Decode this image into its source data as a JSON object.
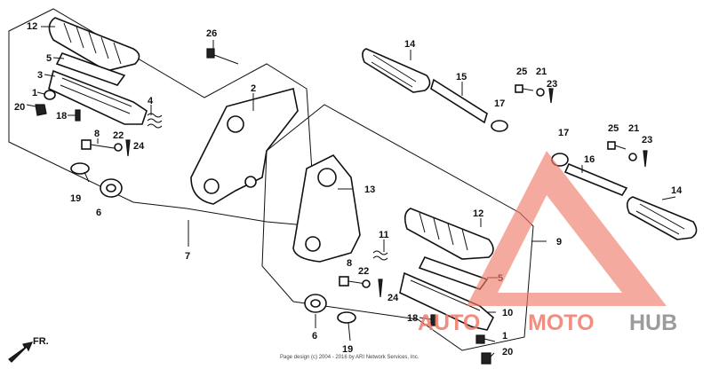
{
  "callouts": [
    {
      "id": "c12a",
      "text": "12"
    },
    {
      "id": "c5a",
      "text": "5"
    },
    {
      "id": "c3",
      "text": "3"
    },
    {
      "id": "c1a",
      "text": "1"
    },
    {
      "id": "c20a",
      "text": "20"
    },
    {
      "id": "c18a",
      "text": "18"
    },
    {
      "id": "c4",
      "text": "4"
    },
    {
      "id": "c8a",
      "text": "8"
    },
    {
      "id": "c22a",
      "text": "22"
    },
    {
      "id": "c24a",
      "text": "24"
    },
    {
      "id": "c19a",
      "text": "19"
    },
    {
      "id": "c6a",
      "text": "6"
    },
    {
      "id": "c26",
      "text": "26"
    },
    {
      "id": "c2",
      "text": "2"
    },
    {
      "id": "c7",
      "text": "7"
    },
    {
      "id": "c14a",
      "text": "14"
    },
    {
      "id": "c15",
      "text": "15"
    },
    {
      "id": "c25a",
      "text": "25"
    },
    {
      "id": "c21a",
      "text": "21"
    },
    {
      "id": "c23a",
      "text": "23"
    },
    {
      "id": "c17a",
      "text": "17"
    },
    {
      "id": "c13",
      "text": "13"
    },
    {
      "id": "c11",
      "text": "11"
    },
    {
      "id": "c17b",
      "text": "17"
    },
    {
      "id": "c16",
      "text": "16"
    },
    {
      "id": "c25b",
      "text": "25"
    },
    {
      "id": "c21b",
      "text": "21"
    },
    {
      "id": "c23b",
      "text": "23"
    },
    {
      "id": "c14b",
      "text": "14"
    },
    {
      "id": "c12b",
      "text": "12"
    },
    {
      "id": "c9",
      "text": "9"
    },
    {
      "id": "c8b",
      "text": "8"
    },
    {
      "id": "c22b",
      "text": "22"
    },
    {
      "id": "c24b",
      "text": "24"
    },
    {
      "id": "c5b",
      "text": "5"
    },
    {
      "id": "c18b",
      "text": "18"
    },
    {
      "id": "c10",
      "text": "10"
    },
    {
      "id": "c1b",
      "text": "1"
    },
    {
      "id": "c20b",
      "text": "20"
    },
    {
      "id": "c6b",
      "text": "6"
    },
    {
      "id": "c19b",
      "text": "19"
    }
  ],
  "direction_label": "FR.",
  "copyright": "Page design (c) 2004 - 2016 by ARI Network Services, Inc.",
  "watermark": {
    "part1": "AUTO",
    "part2": "MOTO",
    "part3": "HUB",
    "red": "#f07a6a",
    "gray": "#8a8a8a"
  }
}
